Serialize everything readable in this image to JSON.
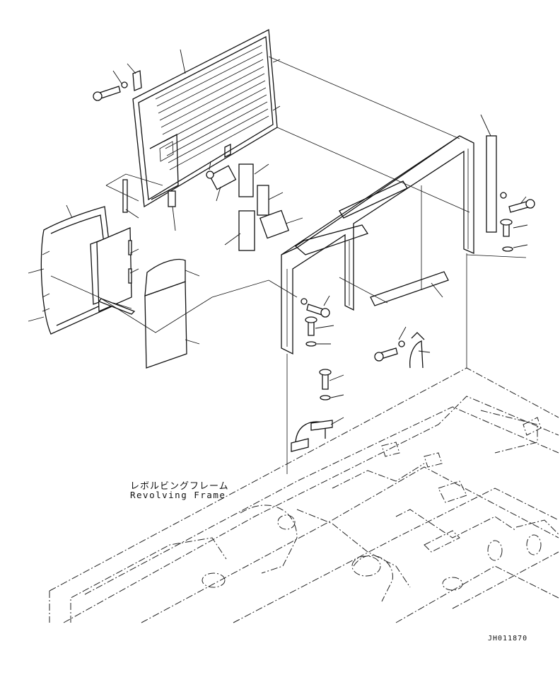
{
  "labels": {
    "frame_jp": "レボルビングフレーム",
    "frame_en": "Revolving Frame"
  },
  "drawing_code": "JH011870"
}
